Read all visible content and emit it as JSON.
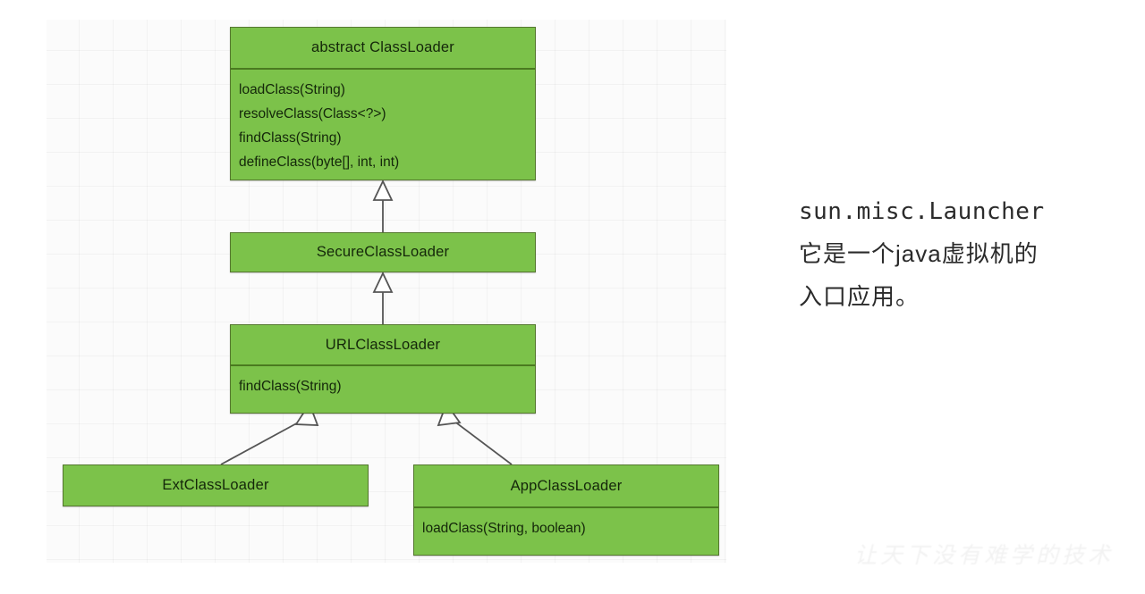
{
  "diagram": {
    "title": "Java ClassLoader hierarchy",
    "colors": {
      "box_fill": "#7cc24a",
      "box_border": "#55772f",
      "divider": "#4a7a20",
      "text": "#14270a",
      "edge": "#555555",
      "canvas": "#fbfbfb"
    },
    "classes": [
      {
        "id": "classloader",
        "name": "abstract ClassLoader",
        "members": [
          "loadClass(String)",
          "resolveClass(Class<?>)",
          "findClass(String)",
          "defineClass(byte[], int, int)"
        ]
      },
      {
        "id": "secure",
        "name": "SecureClassLoader",
        "members": []
      },
      {
        "id": "url",
        "name": "URLClassLoader",
        "members": [
          "findClass(String)"
        ]
      },
      {
        "id": "ext",
        "name": "ExtClassLoader",
        "members": []
      },
      {
        "id": "app",
        "name": "AppClassLoader",
        "members": [
          "loadClass(String, boolean)"
        ]
      }
    ],
    "relations": [
      {
        "from": "secure",
        "to": "classloader",
        "type": "generalization"
      },
      {
        "from": "url",
        "to": "secure",
        "type": "generalization"
      },
      {
        "from": "ext",
        "to": "url",
        "type": "generalization"
      },
      {
        "from": "app",
        "to": "url",
        "type": "generalization"
      }
    ]
  },
  "note": {
    "line1": "sun.misc.Launcher",
    "line2": "它是一个java虚拟机的",
    "line3": "入口应用。"
  },
  "watermark": {
    "text": "让天下没有难学的技术"
  }
}
